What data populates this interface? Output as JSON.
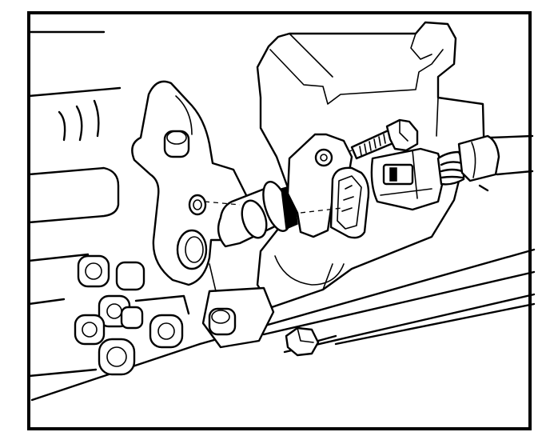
{
  "figure": {
    "border_color": "#000000",
    "background": "#ffffff",
    "parts": [
      {
        "id": "sensor",
        "icon": "crankshaft-position-sensor-icon"
      },
      {
        "id": "bolt",
        "icon": "mounting-bolt-icon"
      },
      {
        "id": "connector",
        "icon": "electrical-connector-icon"
      },
      {
        "id": "harness",
        "icon": "wiring-harness-icon"
      },
      {
        "id": "engine-block",
        "icon": "engine-block-icon"
      }
    ]
  }
}
